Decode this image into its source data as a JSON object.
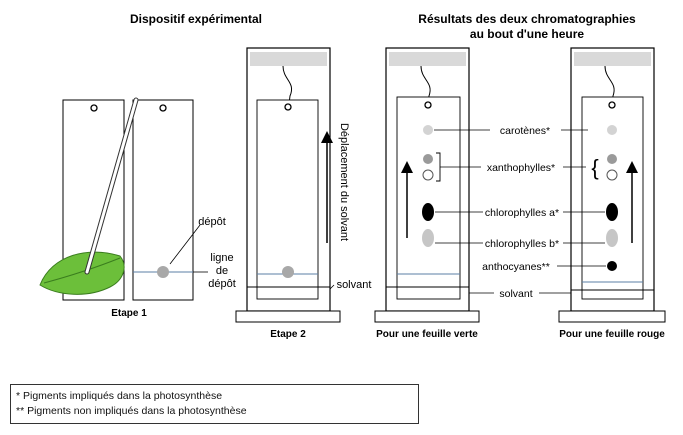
{
  "titles": {
    "left": "Dispositif expérimental",
    "right_line1": "Résultats des deux chromatographies",
    "right_line2": "au bout d'une heure"
  },
  "labels": {
    "etape1": "Etape 1",
    "etape2": "Etape 2",
    "depot": "dépôt",
    "ligne_line1": "ligne",
    "ligne_line2": "de",
    "ligne_line3": "dépôt",
    "solvant_left": "solvant",
    "solvant_mid": "solvant",
    "deplacement": "Déplacement du solvant",
    "feuille_verte": "Pour une feuille verte",
    "feuille_rouge": "Pour une feuille rouge"
  },
  "pigments": {
    "carotenes": "carotènes*",
    "xanthophylles": "xanthophylles*",
    "chlorophylles_a": "chlorophylles a*",
    "chlorophylles_b": "chlorophylles b*",
    "anthocyanes": "anthocyanes**"
  },
  "legend": {
    "line1": "* Pigments impliqués dans la photosynthèse",
    "line2": "** Pigments non impliqués dans la photosynthèse"
  },
  "colors": {
    "leaf": "#6cbf3a",
    "spot_light": "#d3d3d3",
    "spot_mid": "#9a9a9a",
    "spot_dark": "#000000",
    "cap": "#d9d9d9",
    "solvent_line": "#5b7fa6"
  }
}
